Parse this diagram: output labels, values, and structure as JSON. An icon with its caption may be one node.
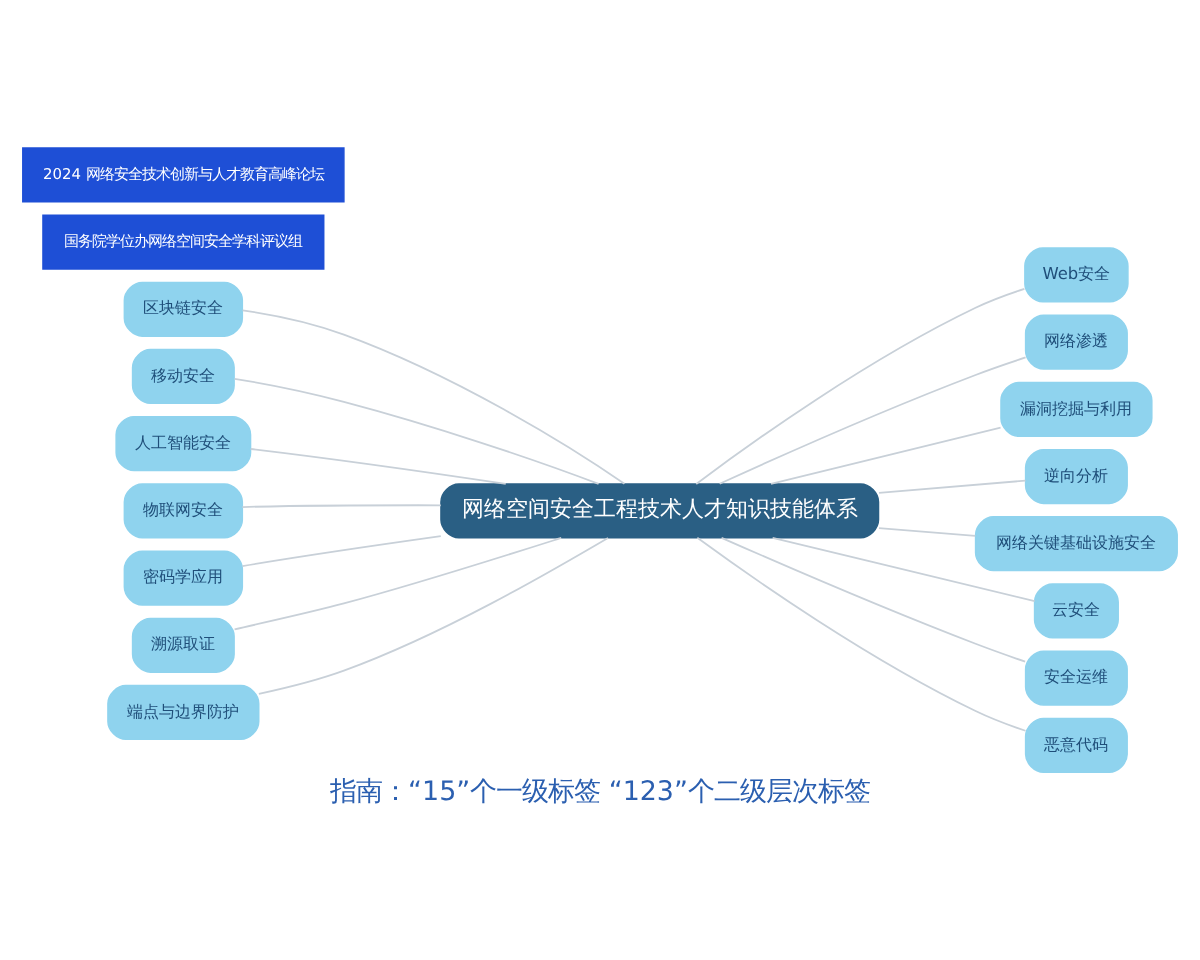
{
  "diagram": {
    "caption": "指南：“15”个一级标签 “123”个二级层次标签",
    "nodes": [
      {
        "text": [
          "网络空间安全工程技术人才知识技能体系"
        ]
      },
      {
        "text": [
          "区块链安全"
        ]
      },
      {
        "text": [
          "移动安全"
        ]
      },
      {
        "text": [
          "人工智能安全"
        ]
      },
      {
        "text": [
          "物联网安全"
        ]
      },
      {
        "text": [
          "密码学应用"
        ]
      },
      {
        "text": [
          "溯源取证"
        ]
      },
      {
        "text": [
          "端点与边界防护"
        ]
      },
      {
        "text": [
          "Web安全"
        ]
      },
      {
        "text": [
          "网络渗透"
        ]
      },
      {
        "text": [
          "漏洞挖掘与利用"
        ]
      },
      {
        "text": [
          "逆向分析"
        ]
      },
      {
        "text": [
          "网络关键基础设施安全"
        ]
      },
      {
        "text": [
          "云安全"
        ]
      },
      {
        "text": [
          "安全运维"
        ]
      },
      {
        "text": [
          "恶意代码"
        ]
      }
    ],
    "edges": [
      {
        "from": 0,
        "to": 1,
        "arrow": "none"
      },
      {
        "from": 0,
        "to": 2,
        "arrow": "none"
      },
      {
        "from": 0,
        "to": 3,
        "arrow": "none"
      },
      {
        "from": 0,
        "to": 4,
        "arrow": "none"
      },
      {
        "from": 0,
        "to": 5,
        "arrow": "none"
      },
      {
        "from": 0,
        "to": 6,
        "arrow": "none"
      },
      {
        "from": 0,
        "to": 7,
        "arrow": "none"
      },
      {
        "from": 0,
        "to": 8,
        "arrow": "none"
      },
      {
        "from": 0,
        "to": 9,
        "arrow": "none"
      },
      {
        "from": 0,
        "to": 10,
        "arrow": "none"
      },
      {
        "from": 0,
        "to": 11,
        "arrow": "none"
      },
      {
        "from": 0,
        "to": 12,
        "arrow": "none"
      },
      {
        "from": 0,
        "to": 13,
        "arrow": "none"
      },
      {
        "from": 0,
        "to": 14,
        "arrow": "none"
      },
      {
        "from": 0,
        "to": 15,
        "arrow": "none"
      }
    ],
    "labels": [
      "国务院学位办网络空间安全学科评议组",
      "2024 网络安全技术创新与人才教育高峰论坛"
    ]
  }
}
